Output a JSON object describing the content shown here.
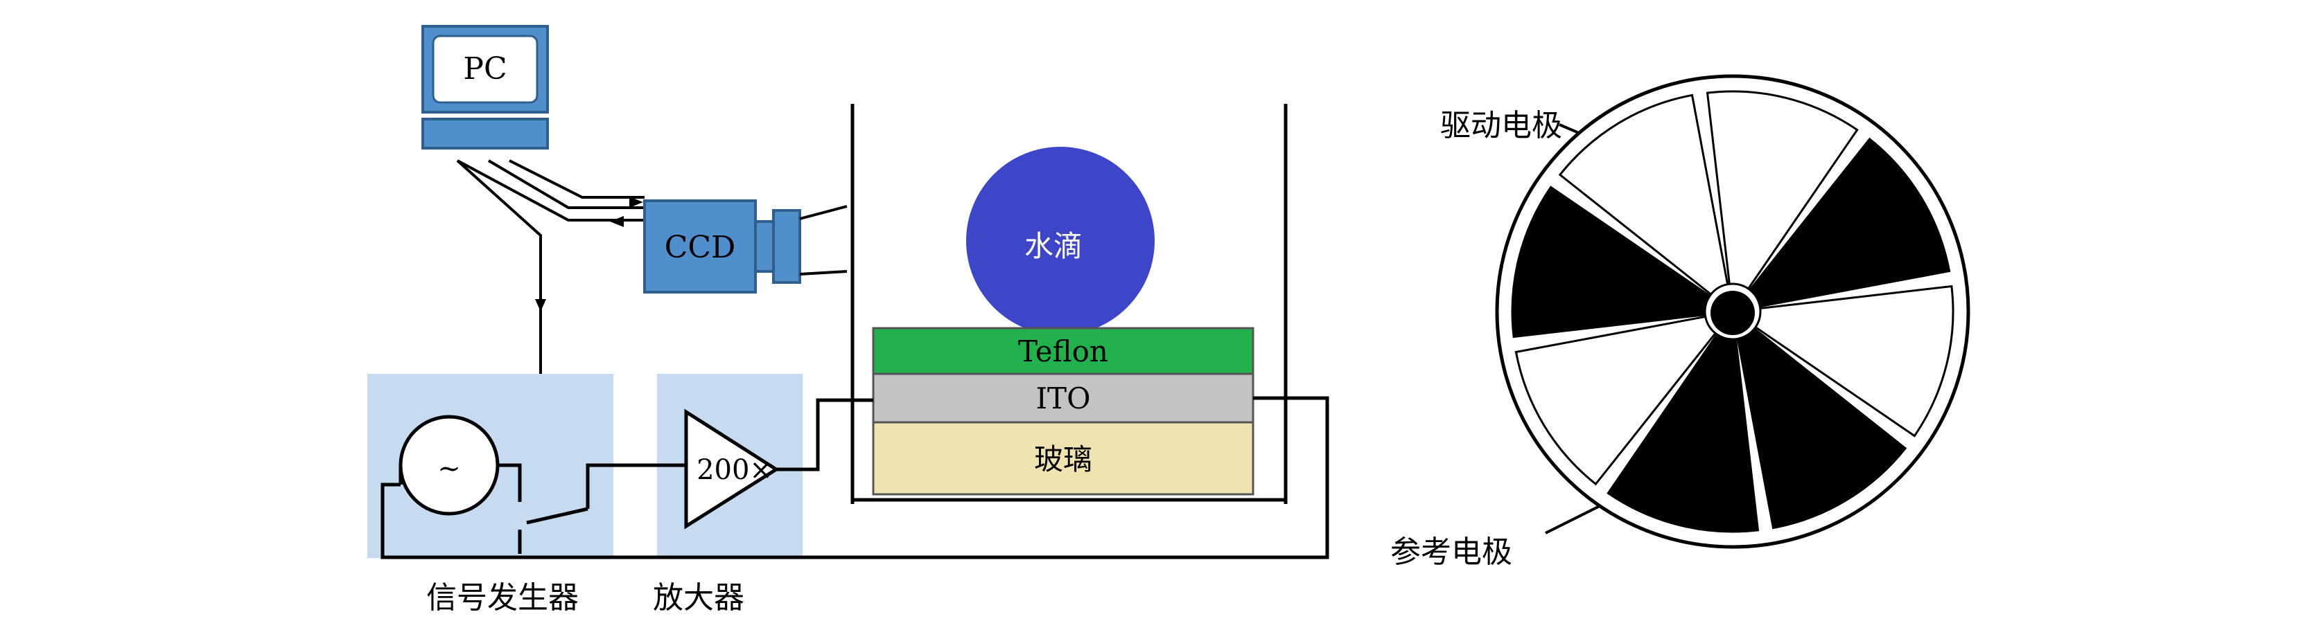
{
  "labels": {
    "pc": "PC",
    "ccd": "CCD",
    "water_drop": "水滴",
    "teflon": "Teflon",
    "ito": "ITO",
    "glass": "玻璃",
    "amplifier_gain": "200×",
    "signal_source_symbol": "~",
    "signal_generator": "信号发生器",
    "amplifier": "放大器",
    "drive_electrode": "驱动电极",
    "reference_electrode": "参考电极"
  },
  "colors": {
    "light_blue_panel": "#c6dbef",
    "device_blue": "#4f8fcc",
    "water_drop": "#3d45c8",
    "teflon": "#22b14c",
    "ito": "#c3c3c3",
    "glass": "#efe3b0",
    "electrode_black": "#000000",
    "line": "#000000"
  },
  "electrode_pattern": {
    "segments": 8,
    "black_segments": [
      1,
      3,
      4,
      6
    ],
    "white_segments": [
      0,
      2,
      5,
      7
    ]
  }
}
